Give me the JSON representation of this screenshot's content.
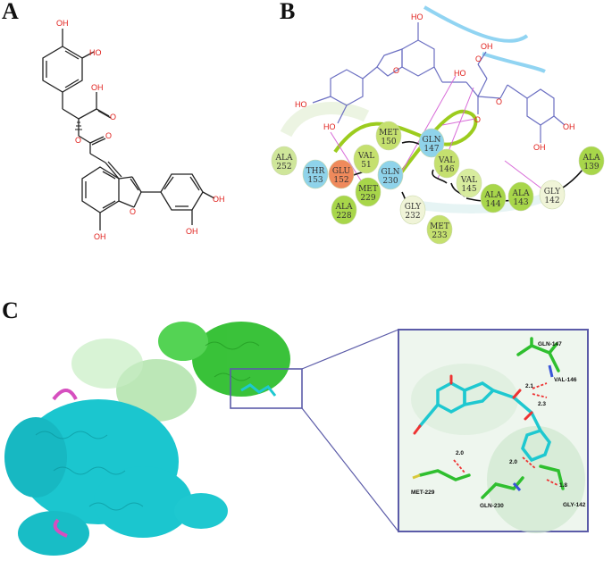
{
  "panels": {
    "a": "A",
    "b": "B",
    "c": "C"
  },
  "panel_a": {
    "labels": [
      "OH",
      "HO",
      "OH",
      "O",
      "O",
      "O",
      "O",
      "OH",
      "OH",
      "OH"
    ]
  },
  "panel_b": {
    "ligand_labels": [
      "HO",
      "OH",
      "O",
      "HO",
      "O",
      "O",
      "O",
      "HO",
      "OH",
      "HO",
      "OH"
    ],
    "residues": [
      {
        "name": "ALA",
        "num": "252",
        "color": "#cfe69a"
      },
      {
        "name": "THR",
        "num": "153",
        "color": "#8fd3ea"
      },
      {
        "name": "GLU",
        "num": "152",
        "color": "#ef8a5c"
      },
      {
        "name": "VAL",
        "num": "51",
        "color": "#c5e06f"
      },
      {
        "name": "MET",
        "num": "229",
        "color": "#a8d64a"
      },
      {
        "name": "ALA",
        "num": "228",
        "color": "#a8d64a"
      },
      {
        "name": "MET",
        "num": "150",
        "color": "#c5e06f"
      },
      {
        "name": "GLN",
        "num": "230",
        "color": "#8fd3ea"
      },
      {
        "name": "GLY",
        "num": "232",
        "color": "#f0f4d8"
      },
      {
        "name": "MET",
        "num": "233",
        "color": "#c5e06f"
      },
      {
        "name": "GLN",
        "num": "147",
        "color": "#8fd3ea"
      },
      {
        "name": "VAL",
        "num": "146",
        "color": "#c5e06f"
      },
      {
        "name": "VAL",
        "num": "145",
        "color": "#d8ec9e"
      },
      {
        "name": "ALA",
        "num": "144",
        "color": "#a8d64a"
      },
      {
        "name": "ALA",
        "num": "143",
        "color": "#a8d64a"
      },
      {
        "name": "GLY",
        "num": "142",
        "color": "#f0f4d8"
      },
      {
        "name": "ALA",
        "num": "139",
        "color": "#a8d64a"
      }
    ]
  },
  "panel_c": {
    "residue_labels": [
      "GLN-147",
      "VAL-146",
      "MET-229",
      "GLN-230",
      "GLY-142"
    ],
    "distances": [
      "2.1",
      "2.3",
      "2.0",
      "2.0",
      "1.8"
    ],
    "colors": {
      "chain_green": "#2fbf2f",
      "chain_cyan": "#1bc6cf",
      "loop_magenta": "#d64fbf",
      "frame": "#5b5ba8",
      "ligand": "#1ec8d0"
    }
  }
}
